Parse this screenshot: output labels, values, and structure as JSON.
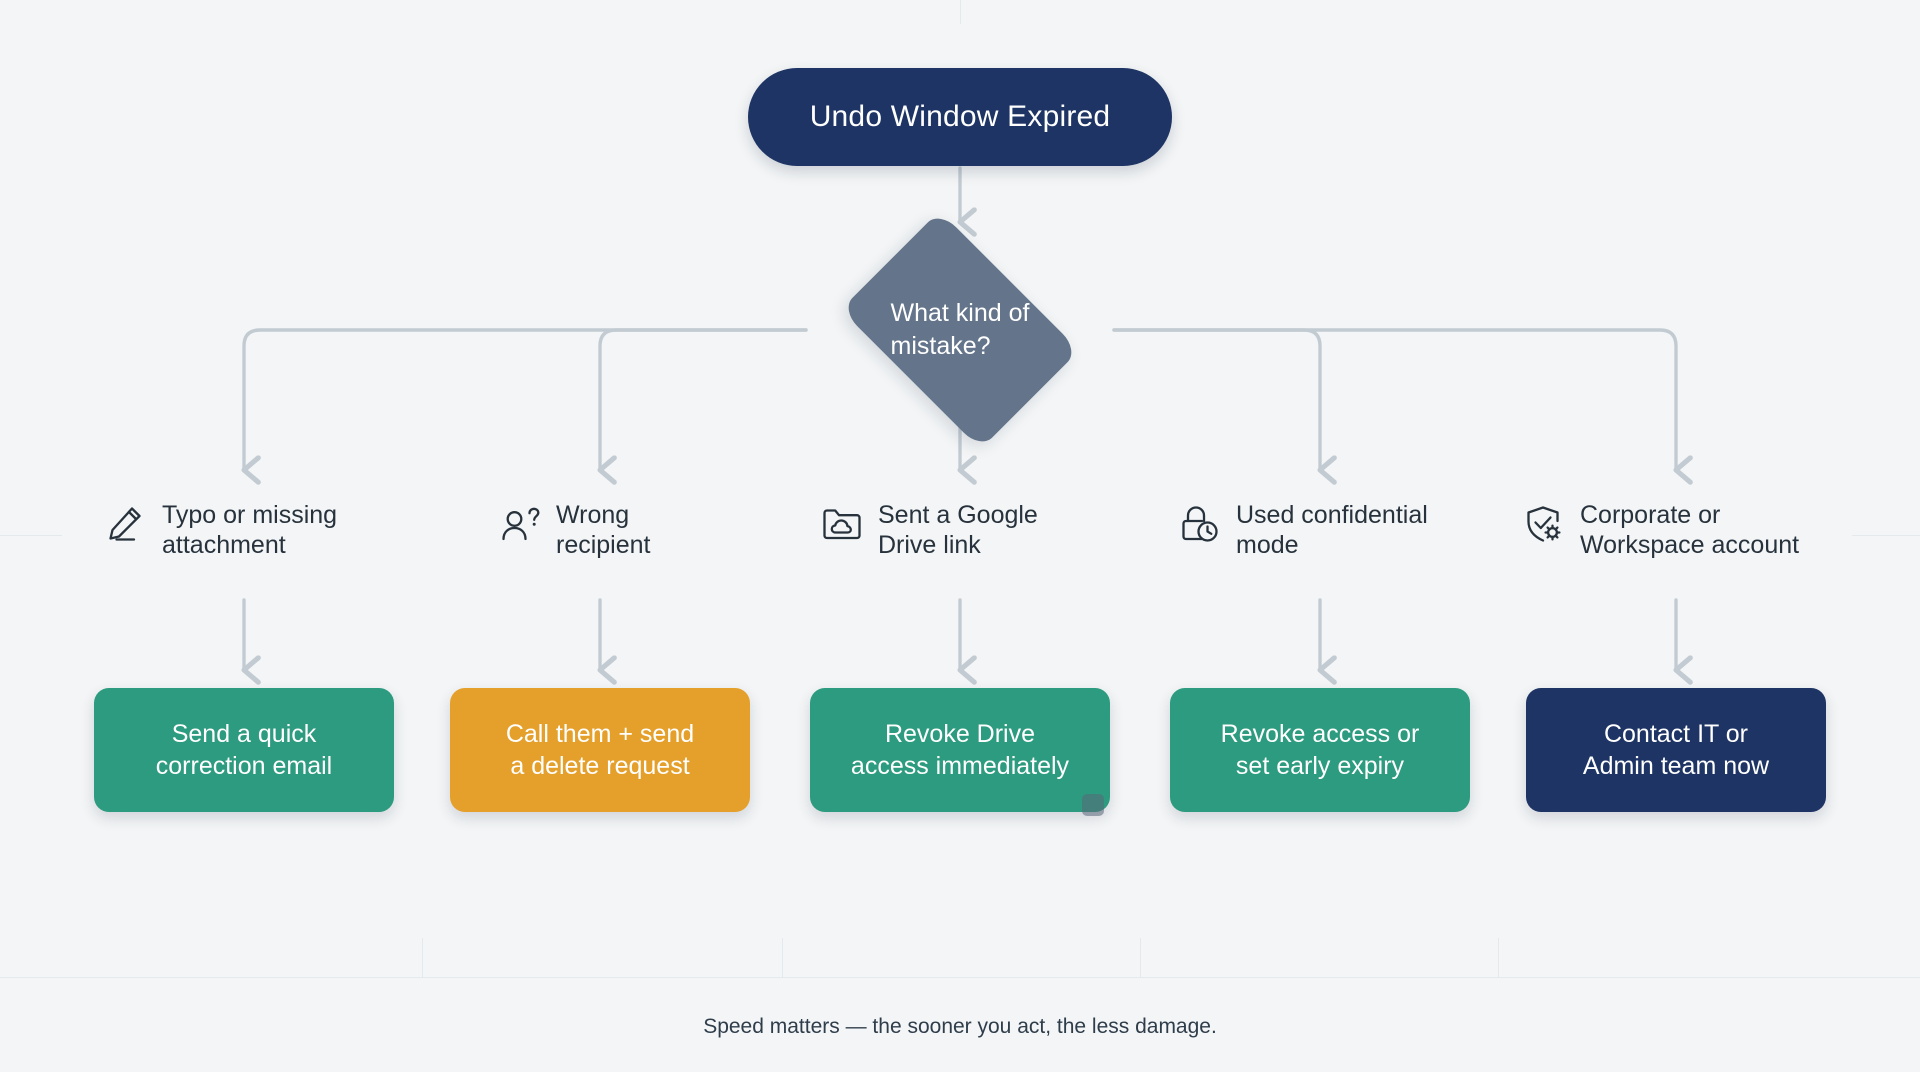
{
  "diagram": {
    "title": "Undo Window Expired",
    "footer_note": "Speed matters — the sooner you act, the less damage.",
    "colors": {
      "background": "#f3f5f6",
      "start_node": "#1e3465",
      "decision_node": "#64748b",
      "connector": "#c3cbd2",
      "outcome_green": "#2d9b7f",
      "outcome_amber": "#e5a02c",
      "outcome_navy": "#1e3465",
      "branch_text": "#27323c",
      "footer_text": "#2f3d4b"
    },
    "start": {
      "label": "Undo Window Expired",
      "shape": "pill"
    },
    "decision": {
      "label": "What kind of\nmistake?",
      "shape": "diamond"
    },
    "branches": [
      {
        "icon": "pencil-icon",
        "label": "Typo or missing\nattachment",
        "outcome": "Send a quick\ncorrection email",
        "outcome_color": "#2d9b7f"
      },
      {
        "icon": "person-question-icon",
        "label": "Wrong\nrecipient",
        "outcome": "Call them + send\na delete request",
        "outcome_color": "#e5a02c"
      },
      {
        "icon": "folder-cloud-icon",
        "label": "Sent a Google\nDrive link",
        "outcome": "Revoke Drive\naccess immediately",
        "outcome_color": "#2d9b7f"
      },
      {
        "icon": "lock-clock-icon",
        "label": "Used confidential\nmode",
        "outcome": "Revoke access or\nset early expiry",
        "outcome_color": "#2d9b7f"
      },
      {
        "icon": "shield-check-gear-icon",
        "label": "Corporate or\nWorkspace account",
        "outcome": "Contact IT or\nAdmin team now",
        "outcome_color": "#1e3465"
      }
    ]
  }
}
